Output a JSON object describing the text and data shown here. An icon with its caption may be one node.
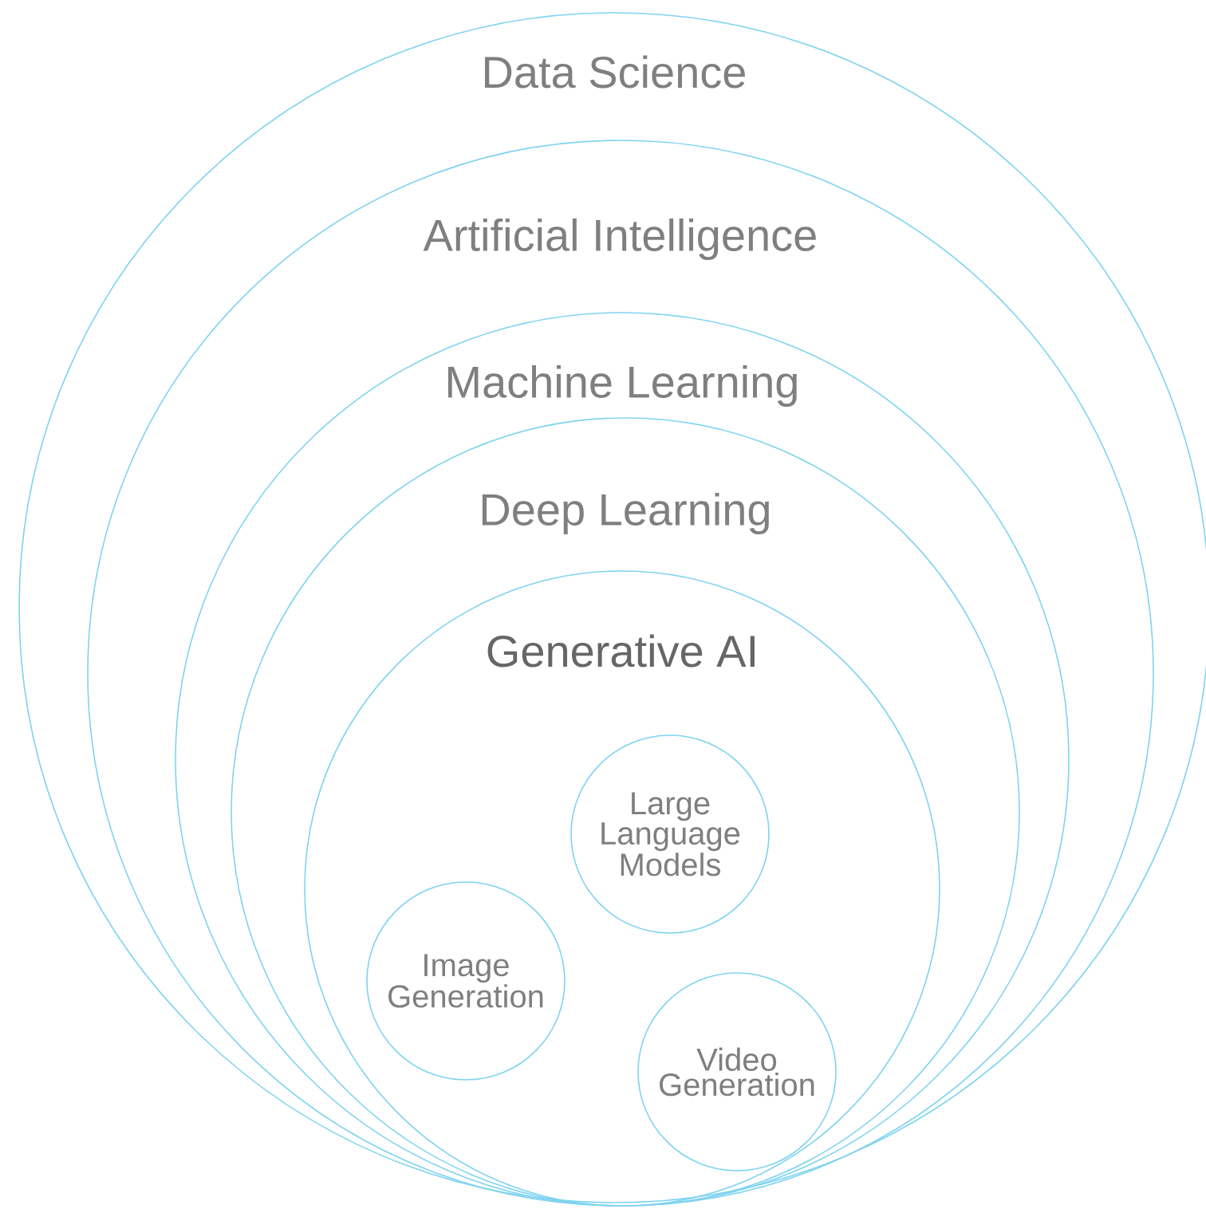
{
  "diagram": {
    "nodes": [
      {
        "text": [
          "Data Science"
        ]
      },
      {
        "text": [
          "Artificial Intelligence"
        ],
        "in": 0
      },
      {
        "text": [
          "Machine Learning"
        ],
        "in": 1
      },
      {
        "text": [
          "Deep Learning"
        ],
        "in": 2
      },
      {
        "text": [
          "Generative AI"
        ],
        "in": 3
      },
      {
        "text": [
          "Large Language Models"
        ],
        "in": 4
      },
      {
        "text": [
          "Image Generation"
        ],
        "in": 4
      },
      {
        "text": [
          "Video Generation"
        ],
        "in": 4
      }
    ]
  }
}
